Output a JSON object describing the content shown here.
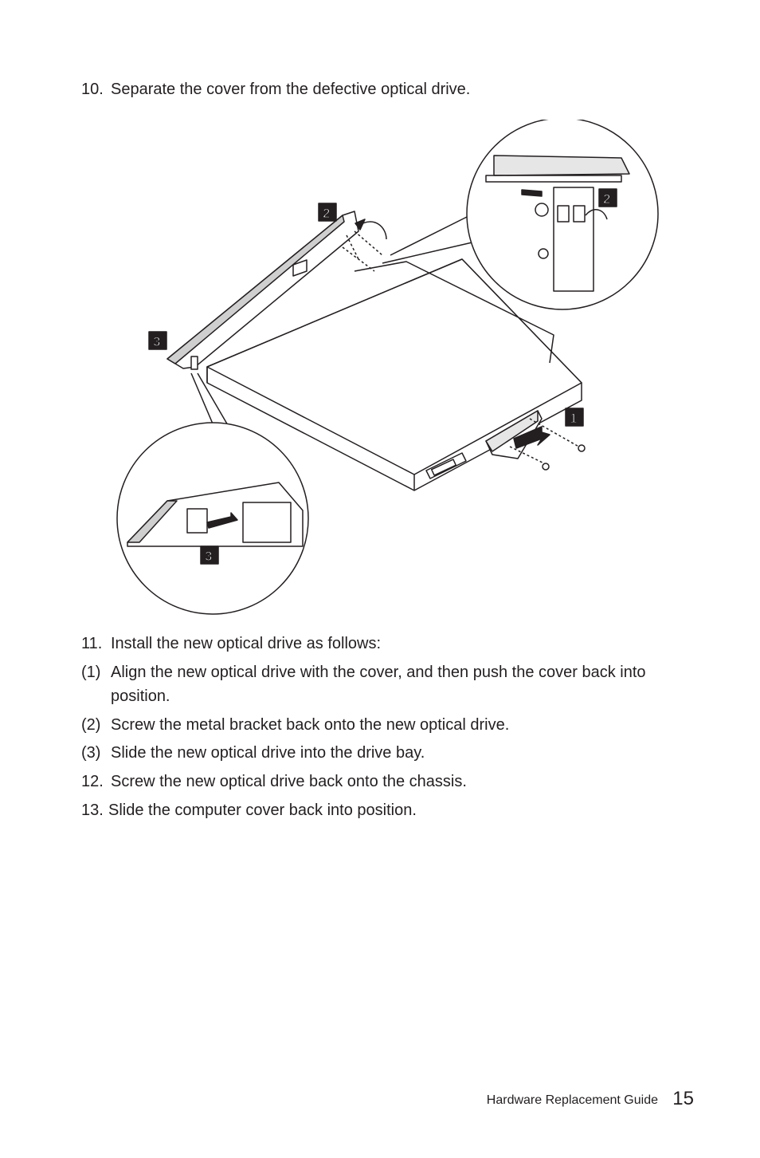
{
  "steps": [
    {
      "num": "10.",
      "text": "Separate the cover from the defective optical drive."
    },
    {
      "num": "11.",
      "text": "Install the new optical drive as follows:"
    },
    {
      "num": "(1)",
      "text": "Align the new optical drive with the cover, and then push the cover back into position."
    },
    {
      "num": "(2)",
      "text": "Screw the metal bracket back onto the new optical drive."
    },
    {
      "num": "(3)",
      "text": "Slide the new optical drive into the drive bay."
    },
    {
      "num": "12.",
      "text": "Screw the new optical drive back onto the chassis."
    },
    {
      "num": "13.",
      "text": "Slide the computer cover back into position."
    }
  ],
  "figure": {
    "callouts": {
      "c1": "1",
      "c2": "2",
      "c2_zoom": "2",
      "c3": "3",
      "c3_zoom": "3"
    }
  },
  "footer": {
    "label": "Hardware Replacement Guide",
    "page": "15"
  }
}
